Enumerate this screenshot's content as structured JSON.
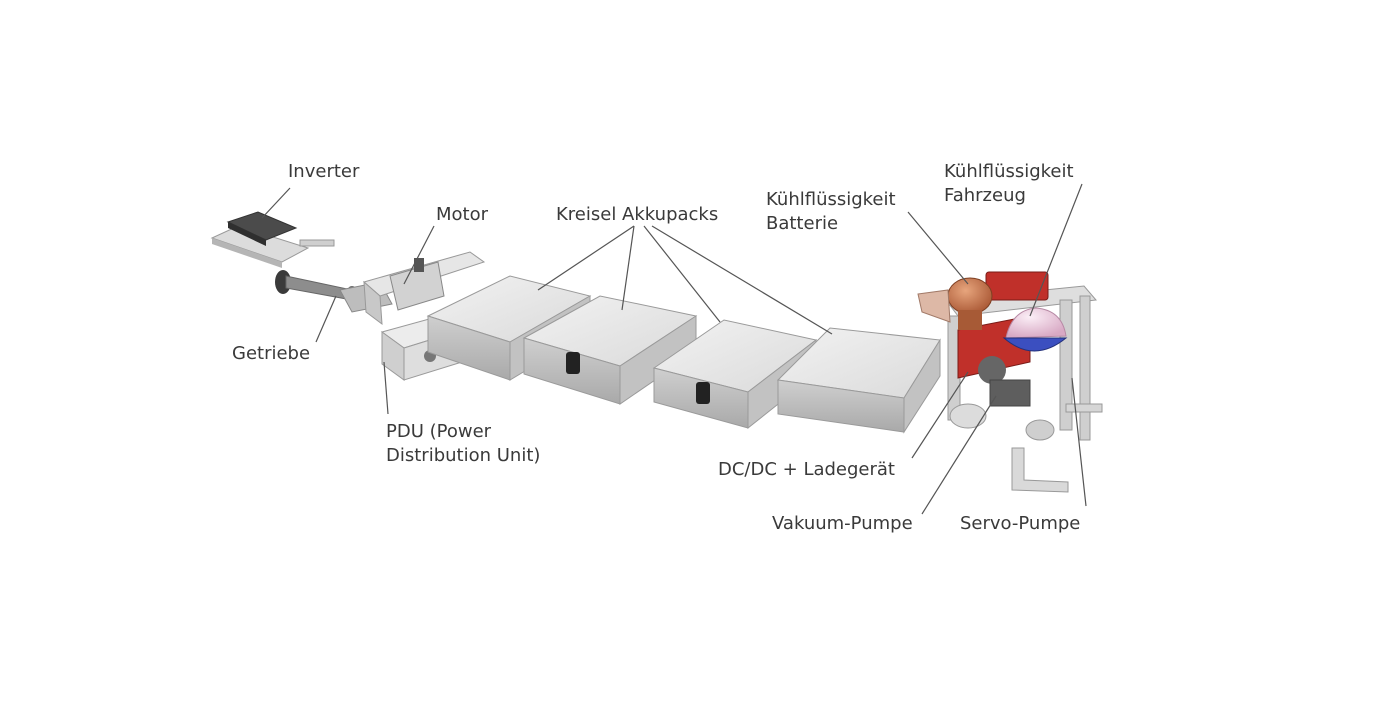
{
  "labels": {
    "inverter": "Inverter",
    "motor": "Motor",
    "packs": "Kreisel Akkupacks",
    "coolant_battery": [
      "Kühlflüssigkeit",
      "Batterie"
    ],
    "coolant_vehicle": [
      "Kühlflüssigkeit",
      "Fahrzeug"
    ],
    "getriebe": "Getriebe",
    "pdu": [
      "PDU (Power",
      "Distribution Unit)"
    ],
    "dcdc": "DC/DC + Ladegerät",
    "vakuum": "Vakuum-Pumpe",
    "servo": "Servo-Pumpe"
  },
  "colors": {
    "text": "#3a3a3a",
    "leader": "#555555",
    "housing": "#e4e4e4",
    "housing_shade": "#b9b9b9",
    "red_unit": "#c0302a",
    "coolant_orange": "#c8764c",
    "coolant_blue": "#3b4fc0",
    "coolant_pink": "#eac9dd"
  }
}
